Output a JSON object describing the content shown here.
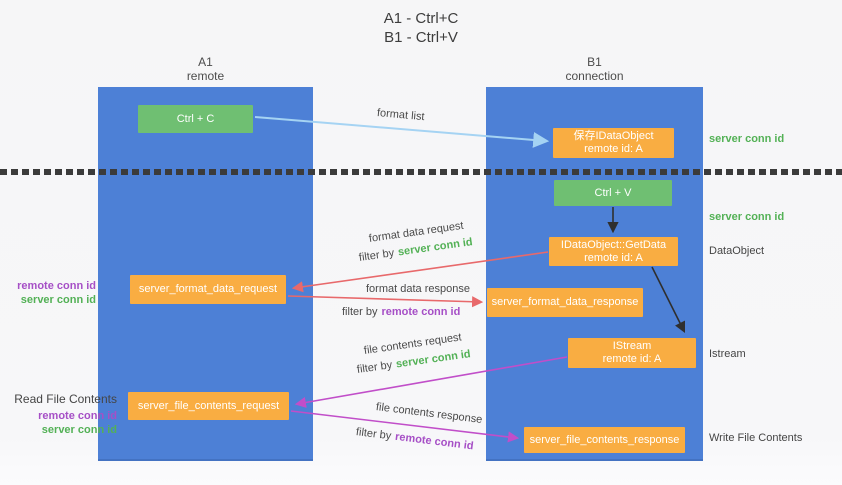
{
  "title": {
    "line1": "A1 - Ctrl+C",
    "line2": "B1 - Ctrl+V"
  },
  "columns": {
    "left": {
      "name": "A1",
      "role": "remote"
    },
    "right": {
      "name": "B1",
      "role": "connection"
    }
  },
  "nodes": {
    "ctrl_c": {
      "label": "Ctrl + C"
    },
    "save_idataobject": {
      "line1": "保存IDataObject",
      "line2": "remote id: A"
    },
    "ctrl_v": {
      "label": "Ctrl + V"
    },
    "getdata": {
      "line1": "IDataObject::GetData",
      "line2": "remote id: A"
    },
    "format_request": {
      "label": "server_format_data_request"
    },
    "format_response": {
      "label": "server_format_data_response"
    },
    "istream": {
      "line1": "IStream",
      "line2": "remote id: A"
    },
    "file_request": {
      "label": "server_file_contents_request"
    },
    "file_response": {
      "label": "server_file_contents_response"
    }
  },
  "edge_labels": {
    "format_list": "format list",
    "format_data_request": "format data request",
    "format_data_response": "format data response",
    "file_contents_request": "file contents request",
    "file_contents_response": "file contents response",
    "filter_by": "filter by",
    "server_conn_id": "server conn id",
    "remote_conn_id": "remote conn id"
  },
  "side_labels": {
    "server_conn_id_top": "server conn id",
    "server_conn_id_mid": "server conn id",
    "dataobject": "DataObject",
    "istream": "Istream",
    "write_file_contents": "Write File Contents",
    "read_file_contents": "Read File Contents",
    "remote_conn_id": "remote conn id",
    "server_conn_id": "server conn id"
  },
  "colors": {
    "column_blue": "#4d80d6",
    "node_green": "#6fbf72",
    "node_orange": "#f9ad42",
    "green_text": "#53b156",
    "purple_text": "#a64fc6",
    "arrow_red": "#e8696b",
    "arrow_magenta": "#c14ec9",
    "arrow_lightblue": "#a5d3f3",
    "arrow_black": "#2f2f2f",
    "divider_black": "#3b3b3b"
  }
}
